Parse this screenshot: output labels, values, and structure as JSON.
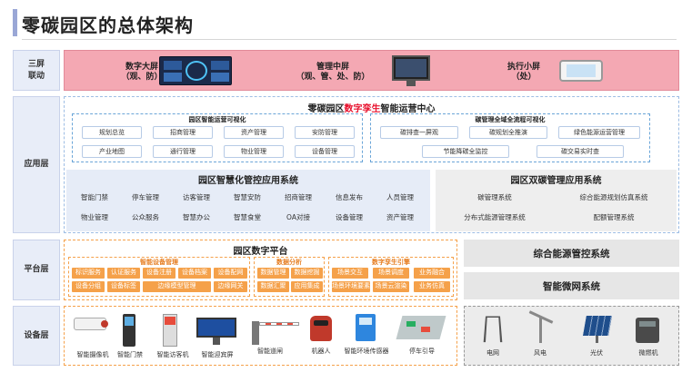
{
  "title": "零碳园区的总体架构",
  "layers": {
    "screens": "三屏\n联动",
    "application": "应用层",
    "platform": "平台层",
    "device": "设备层"
  },
  "screens": [
    {
      "label": "数字大屏\n（观、防）"
    },
    {
      "label": "管理中屏\n（观、管、处、防）"
    },
    {
      "label": "执行小屏\n（处）"
    }
  ],
  "ops_center": {
    "title_pre": "零碳园区",
    "title_hl": "数字孪生",
    "title_post": "智能运营中心",
    "left_title": "园区智能运营可视化",
    "left_items": [
      "规划总览",
      "招商管理",
      "资产管理",
      "安防管理",
      "产业地图",
      "通行管理",
      "物业管理",
      "设备管理"
    ],
    "right_title": "碳管理全域全流程可视化",
    "right_items": [
      "碳排查一屏观",
      "碳规划全推演",
      "绿色能源运营管理",
      "节能降碳全监控",
      "碳交易实时查"
    ]
  },
  "smart_control": {
    "title": "园区智慧化管控应用系统",
    "items": [
      "智能门禁",
      "停车管理",
      "访客管理",
      "智慧安防",
      "招商管理",
      "信息发布",
      "人员管理",
      "物业管理",
      "公众服务",
      "智慧办公",
      "智慧食堂",
      "OA对接",
      "设备管理",
      "资产管理"
    ]
  },
  "dual_carbon": {
    "title": "园区双碳管理应用系统",
    "items": [
      "碳管理系统",
      "综合能源规划仿真系统",
      "分布式能源管理系统",
      "配额管理系统"
    ]
  },
  "platform": {
    "title": "园区数字平台",
    "g1_title": "智能设备管理",
    "g1_items": [
      "标识服务",
      "认证服务",
      "设备注册",
      "设备档案",
      "设备配网",
      "设备分组",
      "设备标签",
      "边缘模型管理",
      "边缘网关"
    ],
    "g2_title": "数据分析",
    "g2_items": [
      "数据管理",
      "数据挖掘",
      "数据汇聚",
      "应用集成"
    ],
    "g3_title": "数字孪生引擎",
    "g3_items": [
      "场景交互",
      "场景调度",
      "业务融合",
      "场景环境要素",
      "场景云渲染",
      "业务仿真"
    ]
  },
  "side_systems": [
    "综合能源管控系统",
    "智能微网系统"
  ],
  "devices": [
    "智能摄像机",
    "智能门禁",
    "智能访客机",
    "智能迎宾屏",
    "智能道闸",
    "机器人",
    "智能环境传感器",
    "停车引导"
  ],
  "energy_devices": [
    "电网",
    "风电",
    "光伏",
    "微燃机"
  ],
  "colors": {
    "accent_red": "#e8112d",
    "pink": "#f4a8b3",
    "orange": "#f5a14a",
    "light_blue": "#e8edf8",
    "grey": "#e6e6e6"
  }
}
